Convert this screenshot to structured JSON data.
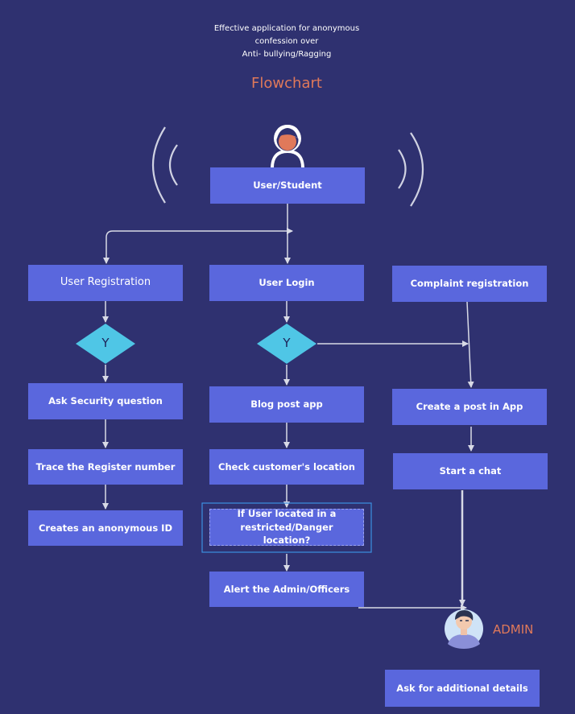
{
  "header": {
    "subtitle_lines": [
      "Effective application for anonymous",
      "confession over",
      "Anti- bullying/Ragging"
    ],
    "title": "Flowchart"
  },
  "nodes": {
    "user_student": "User/Student",
    "user_registration": "User Registration",
    "user_login": "User Login",
    "complaint_registration": "Complaint registration",
    "decision_left": "Y",
    "decision_mid": "Y",
    "ask_security": "Ask Security question",
    "trace_register": "Trace the Register number",
    "anonymous_id": "Creates an anonymous ID",
    "blog_post": "Blog post app",
    "check_location": "Check customer's location",
    "restricted_line1": "If User located in a",
    "restricted_line2": "restricted/Danger location?",
    "alert_admin": "Alert the Admin/Officers",
    "create_post": "Create a post in App",
    "start_chat": "Start a chat",
    "admin_label": "ADMIN",
    "additional_details": "Ask for additional details"
  },
  "colors": {
    "background": "#2f3170",
    "box_fill": "#5a67dd",
    "diamond_fill": "#4fc6e6",
    "accent_orange": "#e0795a",
    "connector": "#d8dae6"
  },
  "icons": {
    "user": "user-icon",
    "admin": "admin-avatar-icon",
    "signal": "signal-waves-icon"
  }
}
